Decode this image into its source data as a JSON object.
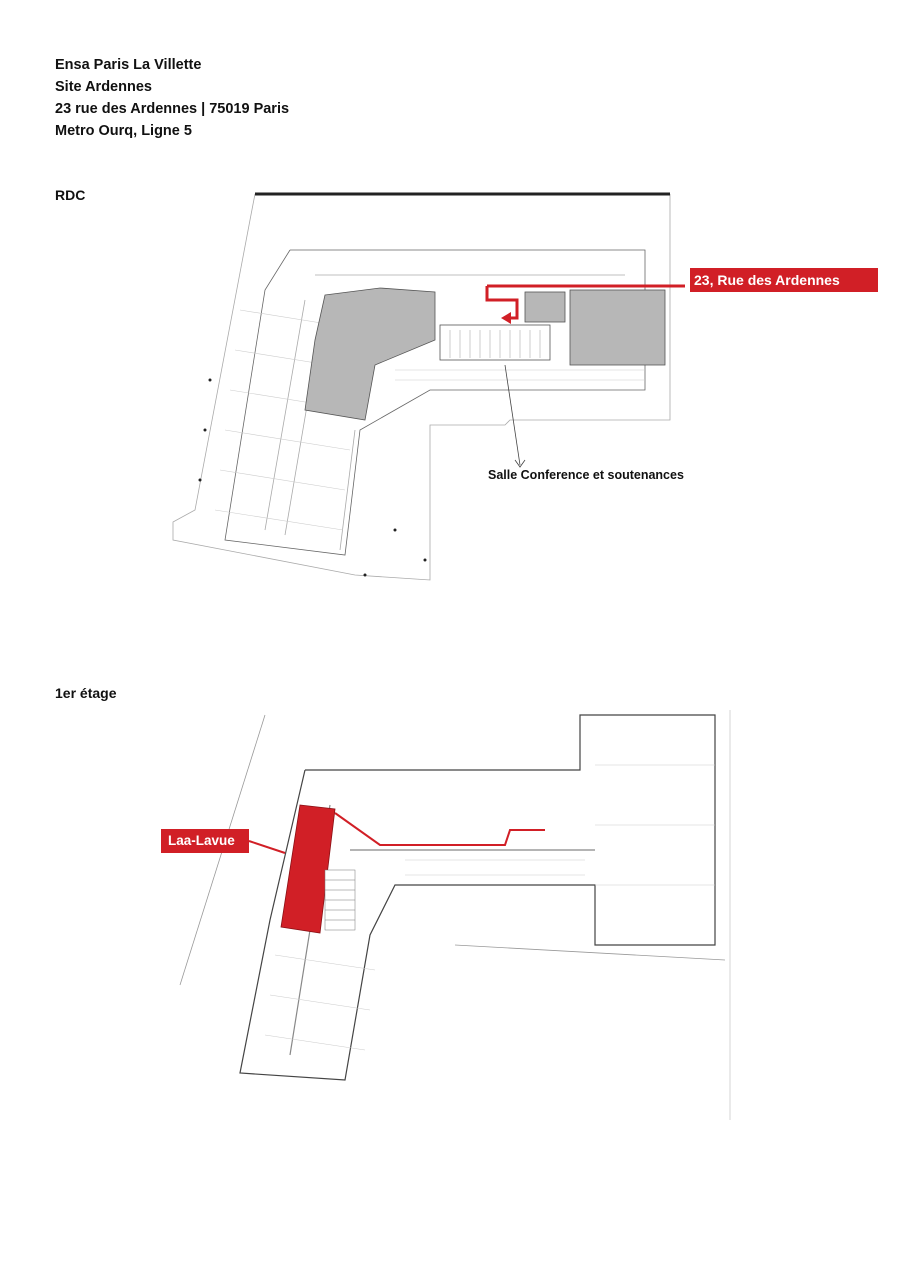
{
  "address": {
    "line1": "Ensa Paris La Villette",
    "line2": "Site Ardennes",
    "line3": "23 rue des Ardennes | 75019 Paris",
    "line4": "Metro Ourq, Ligne 5"
  },
  "rdc": {
    "label": "RDC",
    "street_tag": "23, Rue des Ardennes",
    "callout": "Salle Conference et soutenances"
  },
  "etage": {
    "label": "1er étage",
    "room_tag": "Laa-Lavue"
  },
  "colors": {
    "accent_red": "#d11f26",
    "room_grey": "#b7b7b7"
  }
}
